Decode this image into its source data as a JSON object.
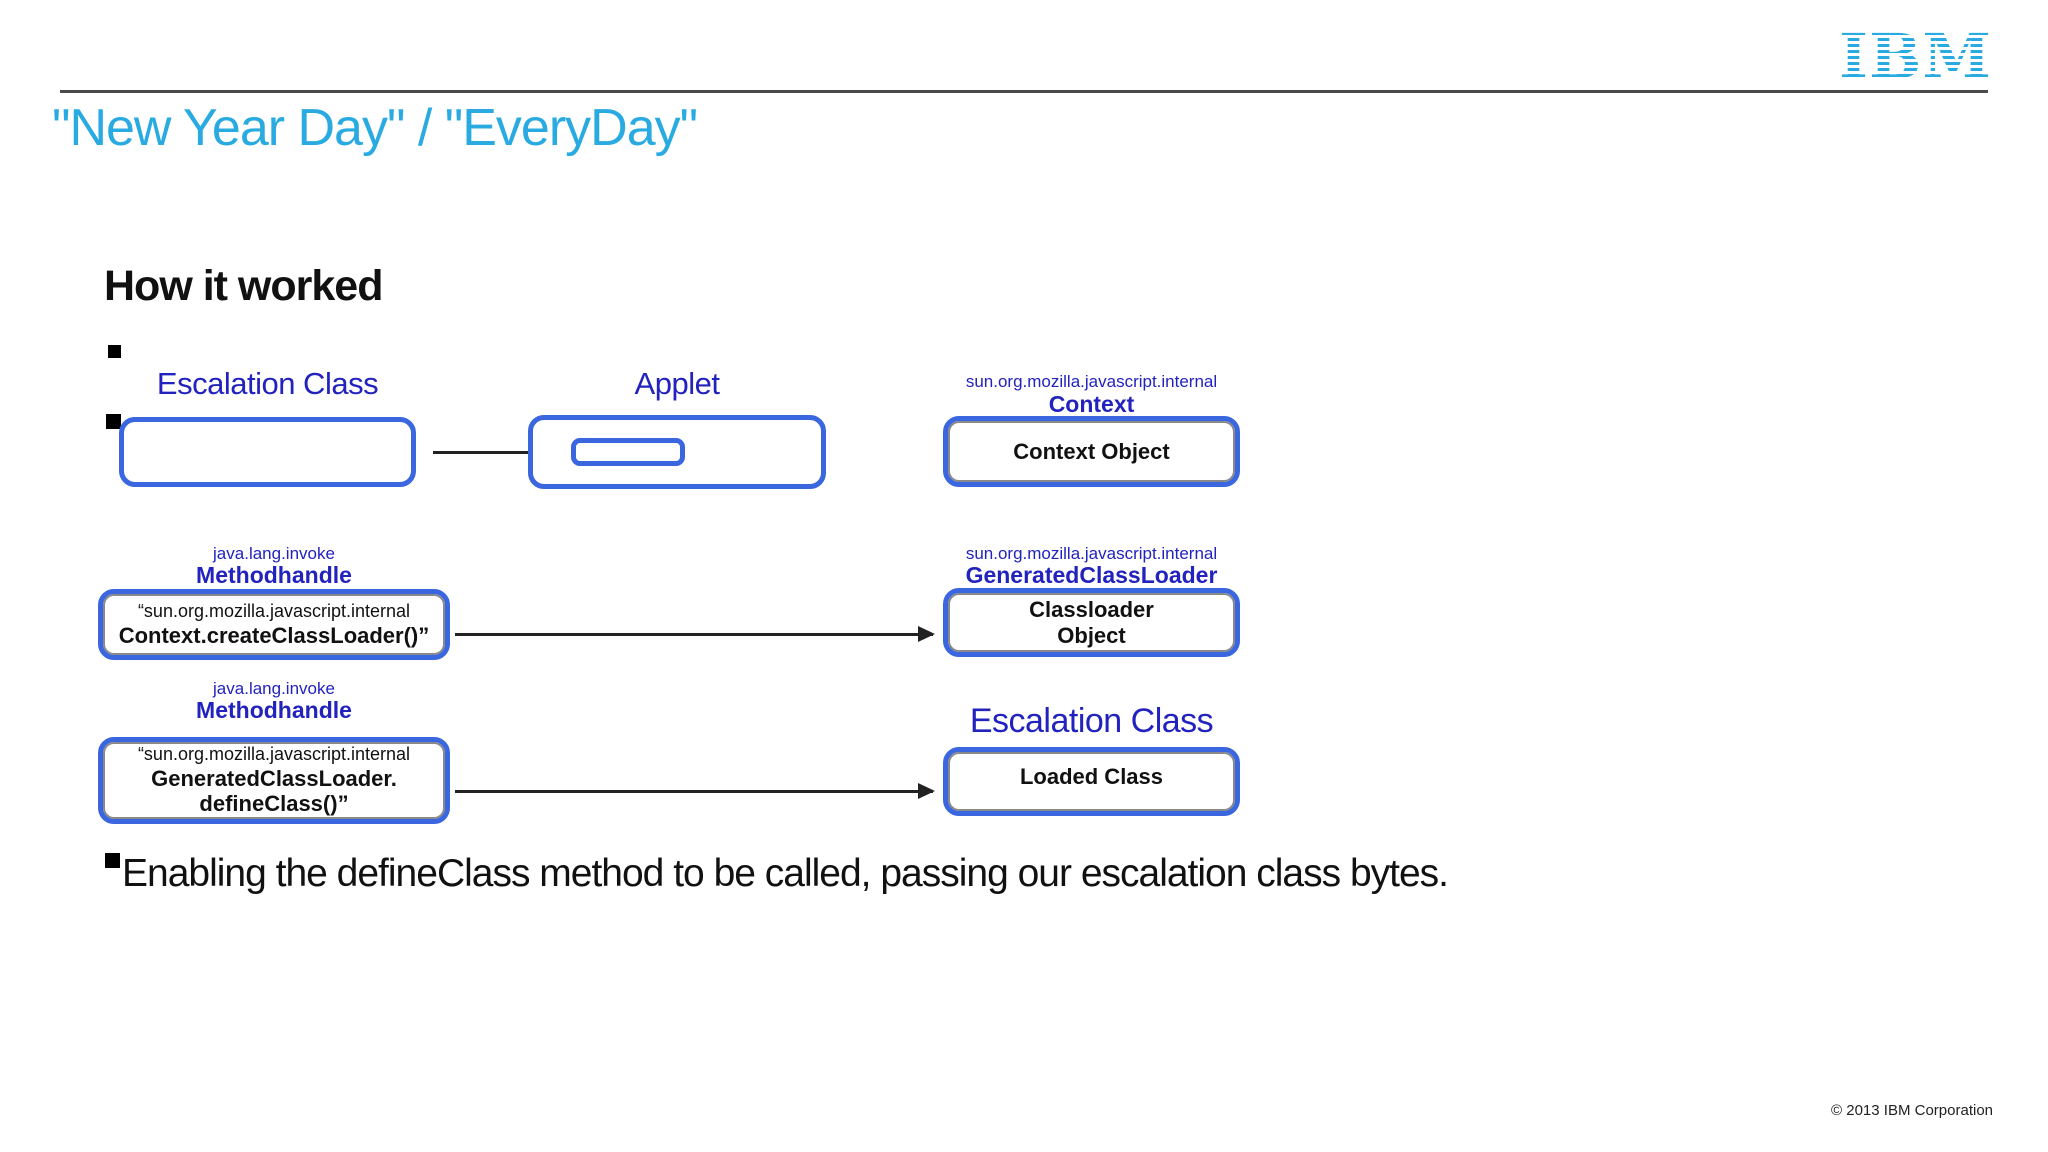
{
  "header": {
    "logo_text": "IBM",
    "title": "\"New Year Day\" / \"EveryDay\""
  },
  "content": {
    "heading": "How it worked",
    "conclusion_bullet": "Enabling the defineClass method to be called, passing our escalation class bytes."
  },
  "diagram": {
    "row1": {
      "escalation_label": "Escalation Class",
      "applet_label": "Applet",
      "context_pkg": "sun.org.mozilla.javascript.internal",
      "context_class": "Context",
      "context_box_text": "Context Object"
    },
    "row2": {
      "mh_pkg": "java.lang.invoke",
      "mh_class": "Methodhandle",
      "mh_box_line1": "“sun.org.mozilla.javascript.internal",
      "mh_box_line2": "Context.createClassLoader()”",
      "gcl_pkg": "sun.org.mozilla.javascript.internal",
      "gcl_class": "GeneratedClassLoader",
      "gcl_box_line1": "Classloader",
      "gcl_box_line2": "Object"
    },
    "row3": {
      "mh_pkg": "java.lang.invoke",
      "mh_class": "Methodhandle",
      "mh_box_line1": "“sun.org.mozilla.javascript.internal",
      "mh_box_line2": "GeneratedClassLoader.",
      "mh_box_line3": "defineClass()”",
      "escalation_label": "Escalation Class",
      "loaded_box_text": "Loaded Class"
    }
  },
  "footer": {
    "copyright": "© 2013 IBM Corporation"
  },
  "colors": {
    "title_cyan": "#29ABE2",
    "label_blue": "#2222BF",
    "box_border_blue": "#3A66E0",
    "rule_gray": "#4A4A4A",
    "text_black": "#111111"
  }
}
